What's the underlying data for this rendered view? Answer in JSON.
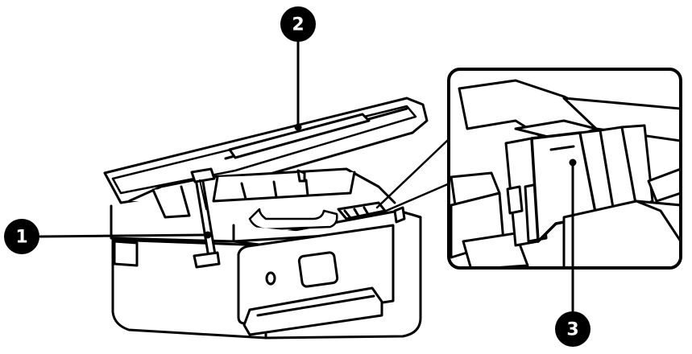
{
  "callouts": [
    {
      "number": "1"
    },
    {
      "number": "2"
    },
    {
      "number": "3"
    }
  ],
  "colors": {
    "line": "#000000",
    "fill": "#ffffff",
    "badge": "#000000",
    "badge_text": "#ffffff"
  },
  "icons": [
    "printer-illustration",
    "ink-cartridge-detail"
  ]
}
